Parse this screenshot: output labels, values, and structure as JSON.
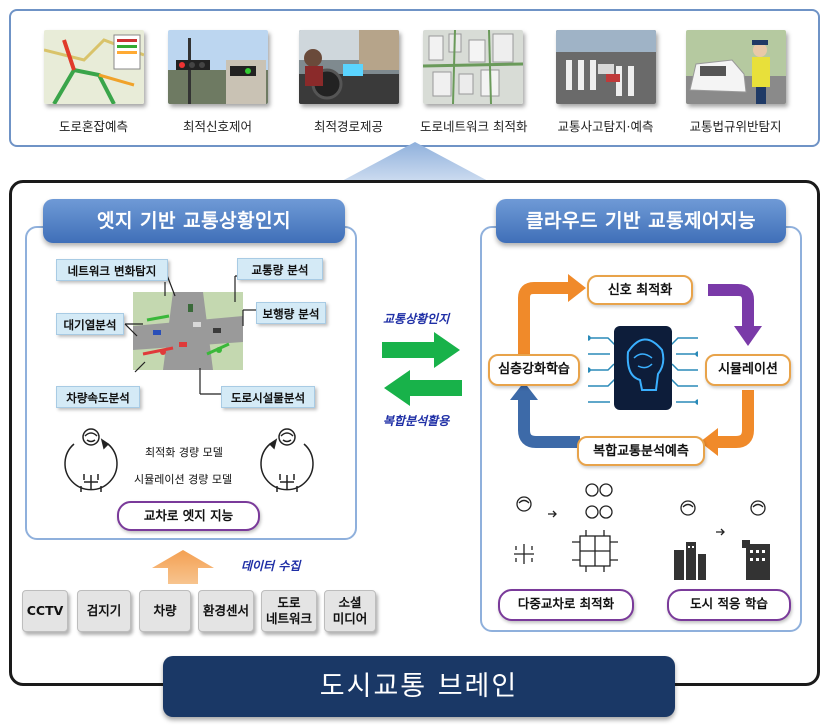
{
  "applications": [
    {
      "label": "도로혼잡예측",
      "icon": "traffic-congestion-map-image"
    },
    {
      "label": "최적신호제어",
      "icon": "traffic-signal-image"
    },
    {
      "label": "최적경로제공",
      "icon": "driver-navigation-image"
    },
    {
      "label": "도로네트워크 최적화",
      "icon": "city-road-network-image"
    },
    {
      "label": "교통사고탐지·예측",
      "icon": "accident-detection-image"
    },
    {
      "label": "교통법규위반탐지",
      "icon": "traffic-police-image"
    }
  ],
  "edge": {
    "title": "엣지 기반 교통상황인지",
    "callouts": {
      "network_change": "네트워크 변화탐지",
      "traffic_volume": "교통량 분석",
      "queue": "대기열분석",
      "pedestrian": "보행량 분석",
      "speed": "차량속도분석",
      "facility": "도로시설물분석"
    },
    "model_optimization": "최적화 경량 모델",
    "model_simulation": "시뮬레이션 경량 모델",
    "intersection_label": "교차로 엣지 지능"
  },
  "middle": {
    "top_label": "교통상황인지",
    "bottom_label": "복합분석활용"
  },
  "cloud": {
    "title": "클라우드 기반 교통제어지능",
    "cycle": {
      "signal": "신호 최적화",
      "simulation": "시뮬레이션",
      "prediction": "복합교통분석예측",
      "reinforcement": "심층강화학습"
    },
    "multi_intersection": "다중교차로 최적화",
    "city_adaptation": "도시 적응 학습"
  },
  "data_collection_label": "데이터 수집",
  "sources": [
    "CCTV",
    "검지기",
    "차량",
    "환경센서",
    "도로\n네트워크",
    "소셜\n미디어"
  ],
  "banner": "도시교통 브레인",
  "colors": {
    "panel_title": "#4a7cc4",
    "banner": "#1a3866",
    "cycle_orange": "#f08a2a",
    "cycle_purple": "#7a3aa8",
    "cycle_blue": "#3d6aa8",
    "arrow_green": "#18b24a"
  }
}
